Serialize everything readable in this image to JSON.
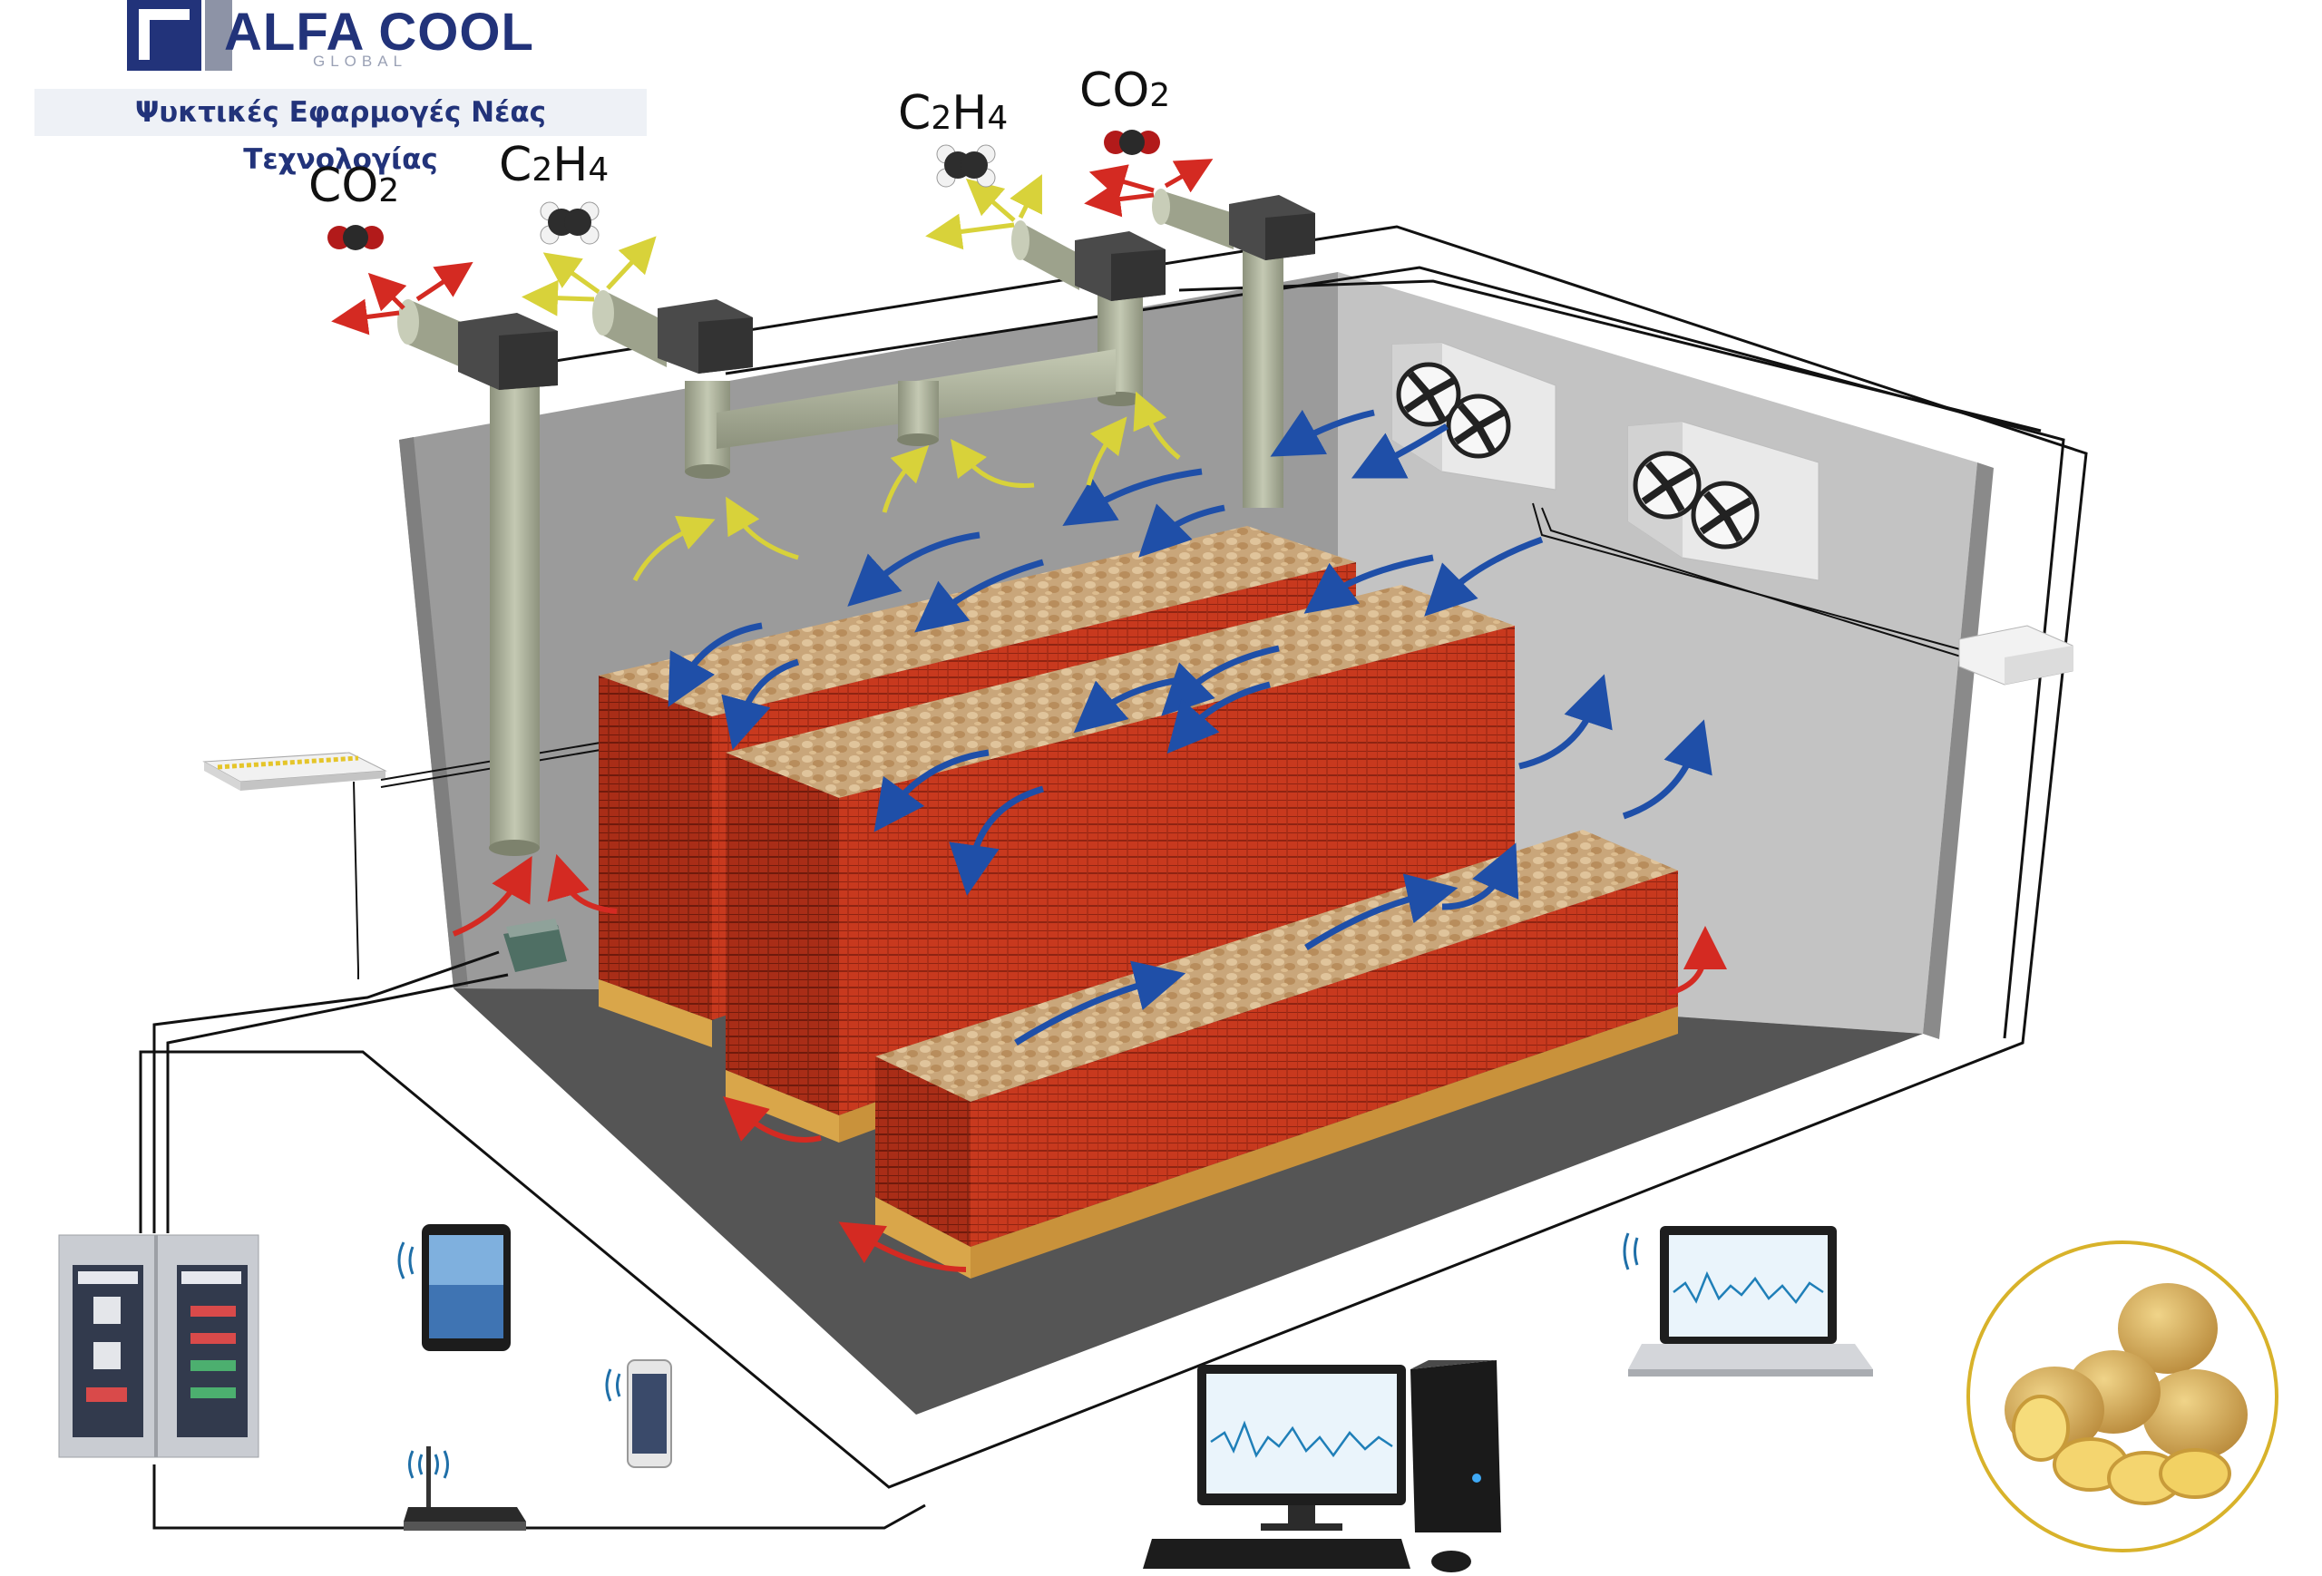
{
  "brand": {
    "name": "ALFA COOL",
    "sub": "GLOBAL",
    "tagline": "Ψυκτικές Εφαρμογές Νέας Τεχνολογίας"
  },
  "gas_labels": {
    "co2_left": "CO2",
    "c2h4_left": "C2H4",
    "c2h4_right": "C2H4",
    "co2_right": "CO2"
  },
  "colors": {
    "airflow_cold": "#1f4fa8",
    "airflow_return": "#d42a22",
    "ethylene_flow": "#d8d23a",
    "crate": "#c8391e",
    "pallet": "#d9a64a",
    "room_wall": "#a3a3a3",
    "room_floor": "#545454",
    "pipe": "#a9ae98",
    "brand": "#22337a"
  },
  "icons": [
    "evaporator-fan-icon",
    "network-switch-icon",
    "gas-sensor-icon",
    "control-panel-icon",
    "tablet-icon",
    "smartphone-icon",
    "router-icon",
    "desktop-computer-icon",
    "laptop-icon",
    "potato-icon",
    "co2-molecule-icon",
    "ethylene-molecule-icon"
  ]
}
